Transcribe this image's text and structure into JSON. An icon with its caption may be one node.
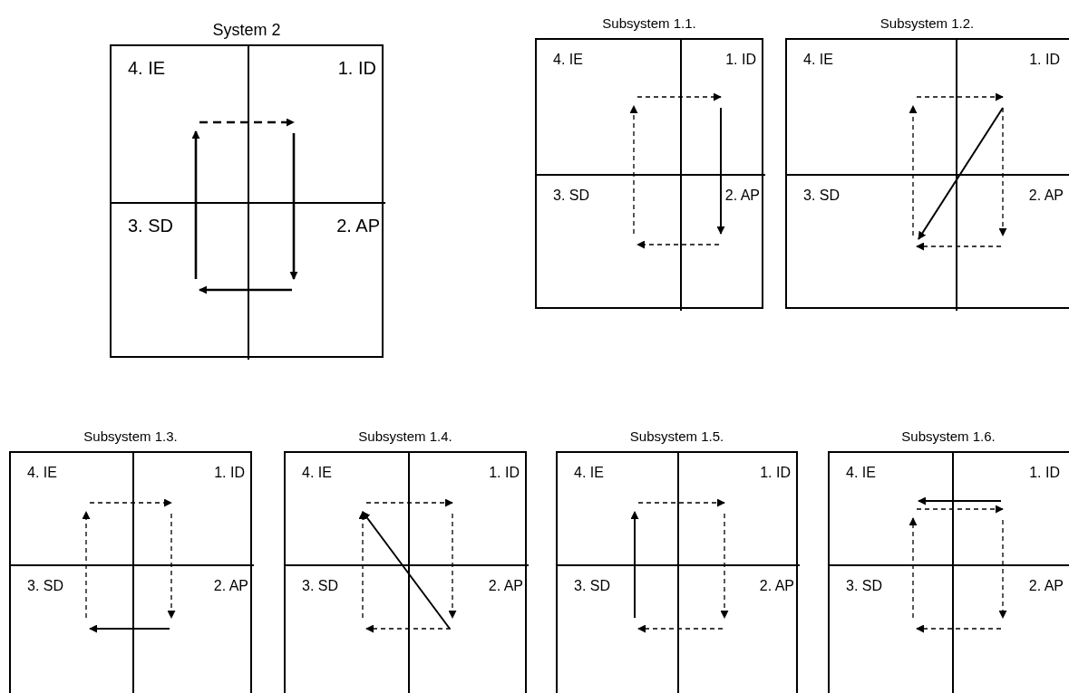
{
  "diagram": {
    "nodes": [
      {
        "text": [
          "System 2"
        ]
      },
      {
        "text": [
          "4. IE"
        ],
        "in": 0
      },
      {
        "text": [
          "1. ID"
        ],
        "in": 0
      },
      {
        "text": [
          "3. SD"
        ],
        "in": 0
      },
      {
        "text": [
          "2. AP"
        ],
        "in": 0
      },
      {
        "text": [
          "Subsystem 1.1."
        ]
      },
      {
        "text": [
          "4. IE"
        ],
        "in": 5
      },
      {
        "text": [
          "1. ID"
        ],
        "in": 5
      },
      {
        "text": [
          "3. SD"
        ],
        "in": 5
      },
      {
        "text": [
          "2. AP"
        ],
        "in": 5
      },
      {
        "text": [
          "Subsystem 1.2."
        ]
      },
      {
        "text": [
          "4. IE"
        ],
        "in": 10
      },
      {
        "text": [
          "1. ID"
        ],
        "in": 10
      },
      {
        "text": [
          "3. SD"
        ],
        "in": 10
      },
      {
        "text": [
          "2. AP"
        ],
        "in": 10
      },
      {
        "text": [
          "Subsystem 1.3."
        ]
      },
      {
        "text": [
          "4. IE"
        ],
        "in": 15
      },
      {
        "text": [
          "1. ID"
        ],
        "in": 15
      },
      {
        "text": [
          "3. SD"
        ],
        "in": 15
      },
      {
        "text": [
          "2. AP"
        ],
        "in": 15
      },
      {
        "text": [
          "Subsystem 1.4."
        ]
      },
      {
        "text": [
          "4. IE"
        ],
        "in": 20
      },
      {
        "text": [
          "1. ID"
        ],
        "in": 20
      },
      {
        "text": [
          "3. SD"
        ],
        "in": 20
      },
      {
        "text": [
          "2. AP"
        ],
        "in": 20
      },
      {
        "text": [
          "Subsystem 1.5."
        ]
      },
      {
        "text": [
          "4. IE"
        ],
        "in": 25
      },
      {
        "text": [
          "1. ID"
        ],
        "in": 25
      },
      {
        "text": [
          "3. SD"
        ],
        "in": 25
      },
      {
        "text": [
          "2. AP"
        ],
        "in": 25
      },
      {
        "text": [
          "Subsystem 1.6."
        ]
      },
      {
        "text": [
          "4. IE"
        ],
        "in": 30
      },
      {
        "text": [
          "1. ID"
        ],
        "in": 30
      },
      {
        "text": [
          "3. SD"
        ],
        "in": 30
      },
      {
        "text": [
          "2. AP"
        ],
        "in": 30
      }
    ],
    "edges": [
      {
        "from": 1,
        "to": 2,
        "arrow": "to",
        "style": "dashed"
      },
      {
        "from": 2,
        "to": 4,
        "arrow": "to"
      },
      {
        "from": 4,
        "to": 3,
        "arrow": "to"
      },
      {
        "from": 3,
        "to": 1,
        "arrow": "to"
      },
      {
        "from": 6,
        "to": 7,
        "arrow": "to",
        "style": "dashed"
      },
      {
        "from": 7,
        "to": 9,
        "arrow": "to"
      },
      {
        "from": 9,
        "to": 8,
        "arrow": "to",
        "style": "dashed"
      },
      {
        "from": 8,
        "to": 6,
        "arrow": "to",
        "style": "dashed"
      },
      {
        "from": 11,
        "to": 12,
        "arrow": "to",
        "style": "dashed"
      },
      {
        "from": 12,
        "to": 14,
        "arrow": "to",
        "style": "dashed"
      },
      {
        "from": 14,
        "to": 13,
        "arrow": "to",
        "style": "dashed"
      },
      {
        "from": 13,
        "to": 11,
        "arrow": "to",
        "style": "dashed"
      },
      {
        "from": 12,
        "to": 13,
        "arrow": "to"
      },
      {
        "from": 16,
        "to": 17,
        "arrow": "to",
        "style": "dashed"
      },
      {
        "from": 17,
        "to": 19,
        "arrow": "to",
        "style": "dashed"
      },
      {
        "from": 19,
        "to": 18,
        "arrow": "to"
      },
      {
        "from": 18,
        "to": 16,
        "arrow": "to",
        "style": "dashed"
      },
      {
        "from": 21,
        "to": 22,
        "arrow": "to",
        "style": "dashed"
      },
      {
        "from": 22,
        "to": 24,
        "arrow": "to",
        "style": "dashed"
      },
      {
        "from": 24,
        "to": 23,
        "arrow": "to",
        "style": "dashed"
      },
      {
        "from": 23,
        "to": 21,
        "arrow": "to",
        "style": "dashed"
      },
      {
        "from": 24,
        "to": 21,
        "arrow": "to"
      },
      {
        "from": 26,
        "to": 27,
        "arrow": "to",
        "style": "dashed"
      },
      {
        "from": 27,
        "to": 29,
        "arrow": "to",
        "style": "dashed"
      },
      {
        "from": 29,
        "to": 28,
        "arrow": "to",
        "style": "dashed"
      },
      {
        "from": 28,
        "to": 26,
        "arrow": "to"
      },
      {
        "from": 32,
        "to": 31,
        "arrow": "to"
      },
      {
        "from": 31,
        "to": 32,
        "arrow": "to",
        "style": "dashed"
      },
      {
        "from": 32,
        "to": 34,
        "arrow": "to",
        "style": "dashed"
      },
      {
        "from": 34,
        "to": 33,
        "arrow": "to",
        "style": "dashed"
      },
      {
        "from": 33,
        "to": 31,
        "arrow": "to",
        "style": "dashed"
      }
    ]
  }
}
